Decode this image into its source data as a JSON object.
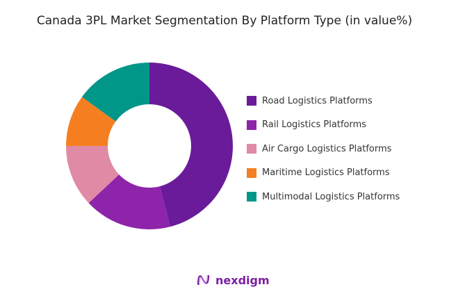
{
  "chart_data": {
    "type": "pie",
    "donut": true,
    "title": "Canada 3PL Market Segmentation By Platform Type (in value%)",
    "categories": [
      "Road Logistics Platforms",
      "Rail Logistics Platforms",
      "Air Cargo Logistics Platforms",
      "Maritime Logistics Platforms",
      "Multimodal Logistics Platforms"
    ],
    "values": [
      46,
      17,
      12,
      10,
      15
    ],
    "colors": [
      "#6a1b9a",
      "#8e24aa",
      "#e08aa6",
      "#f57f20",
      "#009688"
    ],
    "legend_position": "right"
  },
  "brand": {
    "name": "nexdigm",
    "color": "#7b1fa2"
  }
}
